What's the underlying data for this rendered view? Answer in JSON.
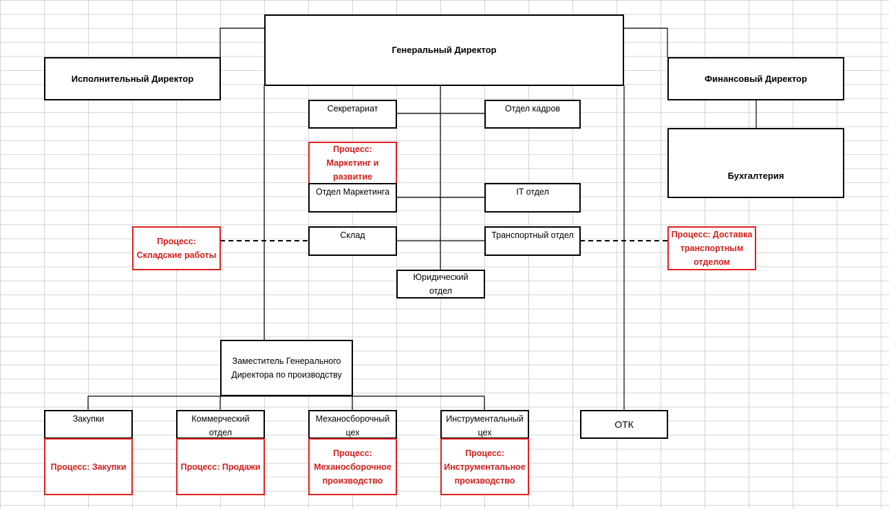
{
  "colors": {
    "grid": "#d4d4d4",
    "border": "#000000",
    "process": "#e02020"
  },
  "nodes": {
    "general_director": "Генеральный Директор",
    "executive_director": "Исполнительный Директор",
    "financial_director": "Финансовый Директор",
    "secretariat": "Секретариат",
    "hr_department": "Отдел кадров",
    "accounting": "Бухгалтерия",
    "marketing_department": "Отдел Маркетинга",
    "it_department": "IT отдел",
    "warehouse": "Склад",
    "transport_department": "Транспортный отдел",
    "legal_department": "Юридический\nотдел",
    "deputy_director": "Заместитель Генерального\nДиректора по производству",
    "purchasing": "Закупки",
    "commercial_department": "Коммерческий\nотдел",
    "assembly_shop": "Механосборочный\nцех",
    "tool_shop": "Инструментальный\nцех",
    "qc": "ОТК"
  },
  "processes": {
    "marketing": "Процесс:\nМаркетинг и\nразвитие",
    "warehouse_work": "Процесс:\nСкладские работы",
    "transport_delivery": "Процесс: Доставка\nтранспортным\nотделом",
    "purchasing": "Процесс: Закупки",
    "sales": "Процесс: Продажи",
    "assembly_production": "Процесс:\nМеханосборочное\nпроизводство",
    "tool_production": "Процесс:\nИнструментальное\nпроизводство"
  }
}
